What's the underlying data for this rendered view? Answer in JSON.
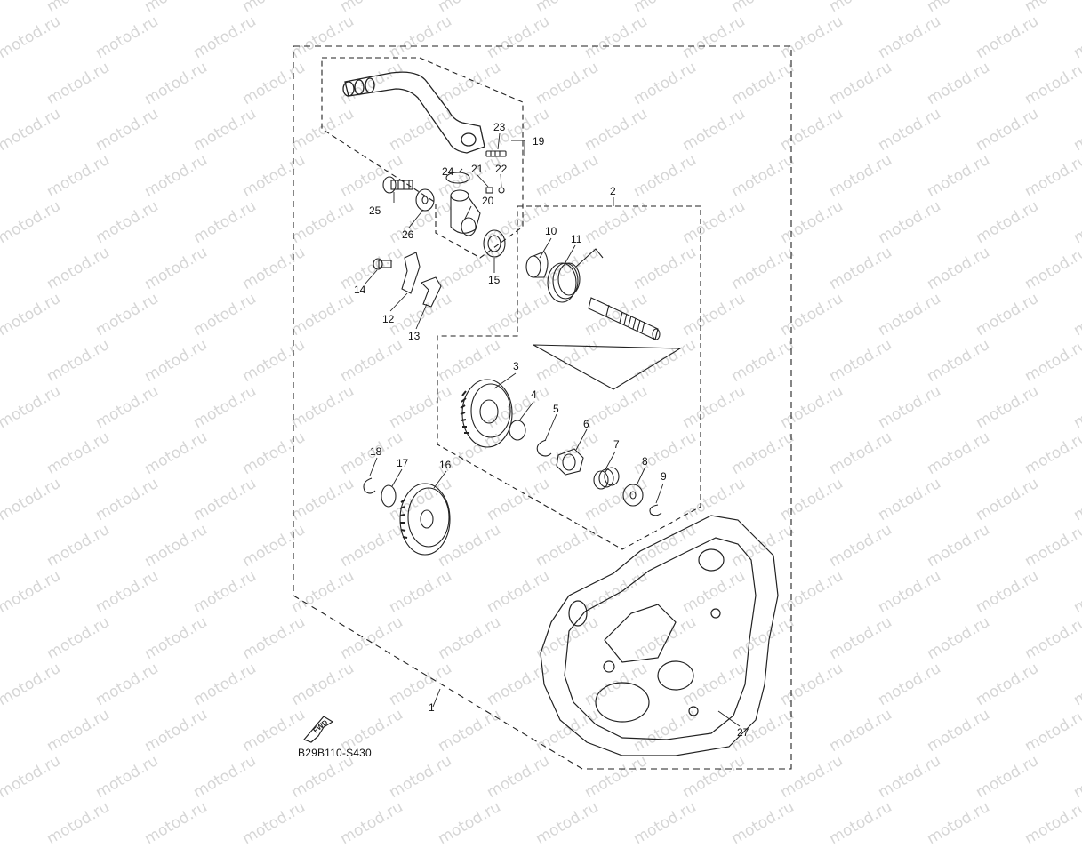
{
  "watermark": {
    "text": "motod.ru"
  },
  "diagram": {
    "code": "B29B110-S430",
    "fwd_label": "FWD",
    "callouts": [
      "1",
      "2",
      "3",
      "4",
      "5",
      "6",
      "7",
      "8",
      "9",
      "10",
      "11",
      "12",
      "13",
      "14",
      "15",
      "16",
      "17",
      "18",
      "19",
      "20",
      "21",
      "22",
      "23",
      "24",
      "25",
      "26",
      "27"
    ]
  },
  "colors": {
    "line": "#222222",
    "watermark": "#d6d6d6"
  }
}
